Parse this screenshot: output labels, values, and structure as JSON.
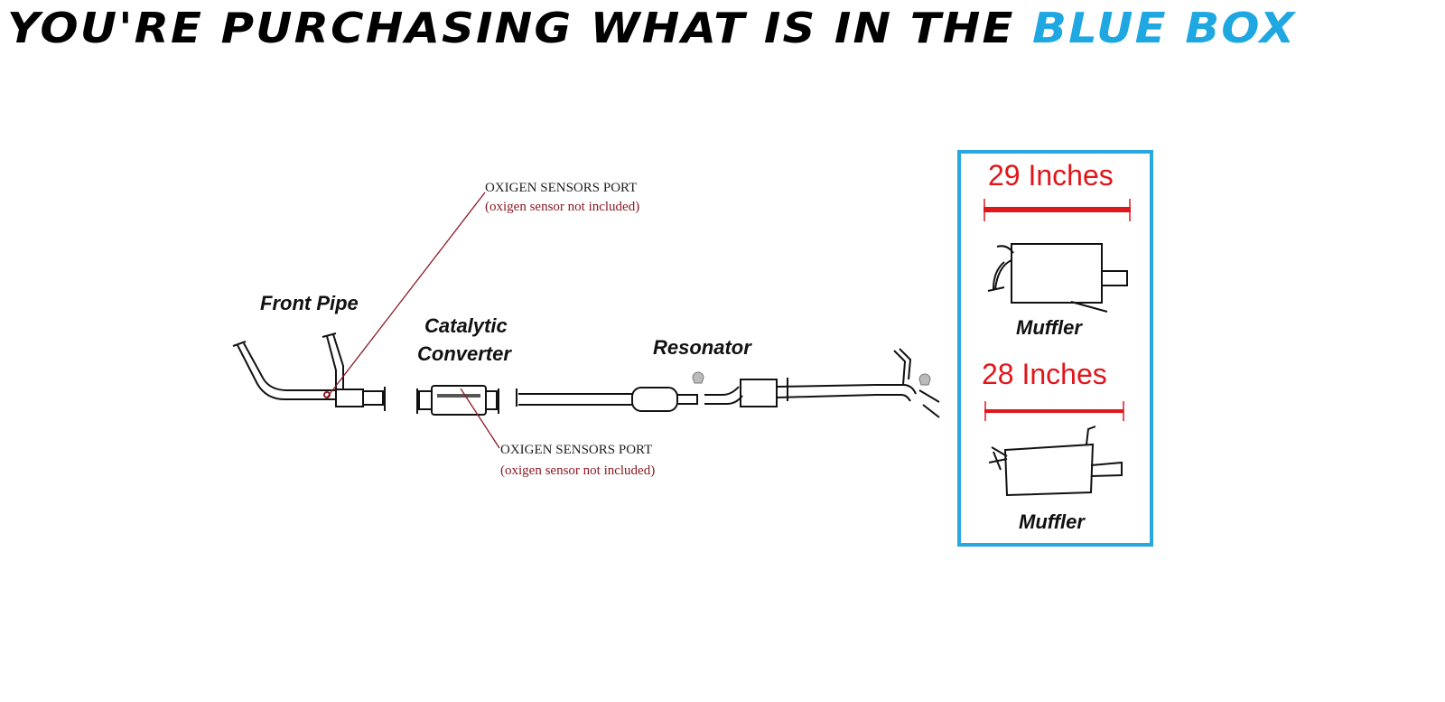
{
  "title": {
    "prefix": "YOU'RE PURCHASING WHAT IS IN THE ",
    "highlight": "BLUE BOX"
  },
  "colors": {
    "accent_blue": "#1ea7e1",
    "dimension_red": "#e0161b",
    "note_red": "#8b1a24"
  },
  "diagram": {
    "labels": {
      "front_pipe": "Front Pipe",
      "catalytic_1": "Catalytic",
      "catalytic_2": "Converter",
      "resonator": "Resonator"
    },
    "sensor_top": {
      "title": "OXIGEN SENSORS PORT",
      "note": "(oxigen sensor not included)"
    },
    "sensor_bottom": {
      "title": "OXIGEN SENSORS PORT",
      "note": "(oxigen sensor not included)"
    }
  },
  "blue_box": {
    "items": [
      {
        "length": "29 Inches",
        "label": "Muffler"
      },
      {
        "length": "28 Inches",
        "label": "Muffler"
      }
    ]
  }
}
